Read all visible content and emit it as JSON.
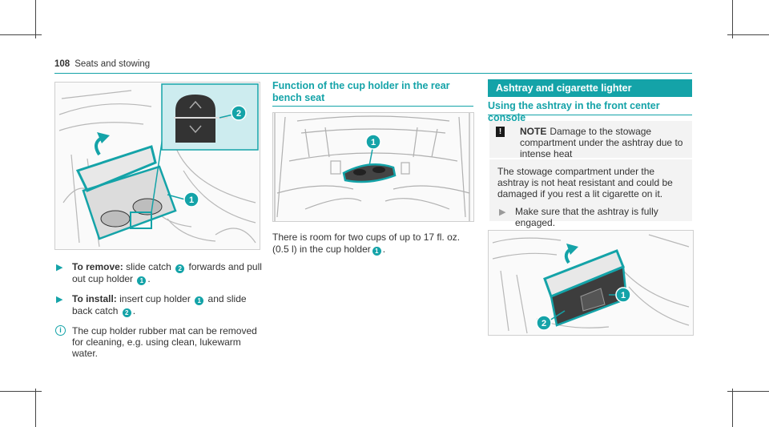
{
  "header": {
    "page_number": "108",
    "section": "Seats and stowing"
  },
  "left": {
    "steps": [
      {
        "label": "To remove:",
        "text_a": "slide catch",
        "badge_a": "2",
        "text_b": "forwards and pull out cup holder",
        "badge_b": "1",
        "text_c": "."
      },
      {
        "label": "To install:",
        "text_a": "insert cup holder",
        "badge_a": "1",
        "text_b": "and slide back catch",
        "badge_b": "2",
        "text_c": "."
      }
    ],
    "info": "The cup holder rubber mat can be removed for cleaning, e.g. using clean, lukewarm water.",
    "figure_callouts": [
      "1",
      "2"
    ]
  },
  "middle": {
    "title": "Function of the cup holder in the rear bench seat",
    "text_a": "There is room for two cups of up to 17 fl. oz. (0.5 l) in the cup holder",
    "badge": "1",
    "text_b": ".",
    "figure_callouts": [
      "1"
    ]
  },
  "right": {
    "bar_title": "Ashtray and cigarette lighter",
    "subtitle": "Using the ashtray in the front center console",
    "note": {
      "icon": "!",
      "label": "NOTE",
      "heading": "Damage to the stowage compart­ment under the ashtray due to intense heat",
      "body": "The stowage compartment under the ashtray is not heat resistant and could be damaged if you rest a lit cigarette on it.",
      "step": "Make sure that the ashtray is fully engaged."
    },
    "figure_callouts": [
      "1",
      "2"
    ]
  },
  "colors": {
    "accent": "#14a3a8",
    "note_bg": "#f3f3f3",
    "text": "#333333"
  },
  "icons": {
    "step": "triangle-right-icon",
    "info": "info-circle-icon",
    "warning": "warning-square-icon"
  }
}
